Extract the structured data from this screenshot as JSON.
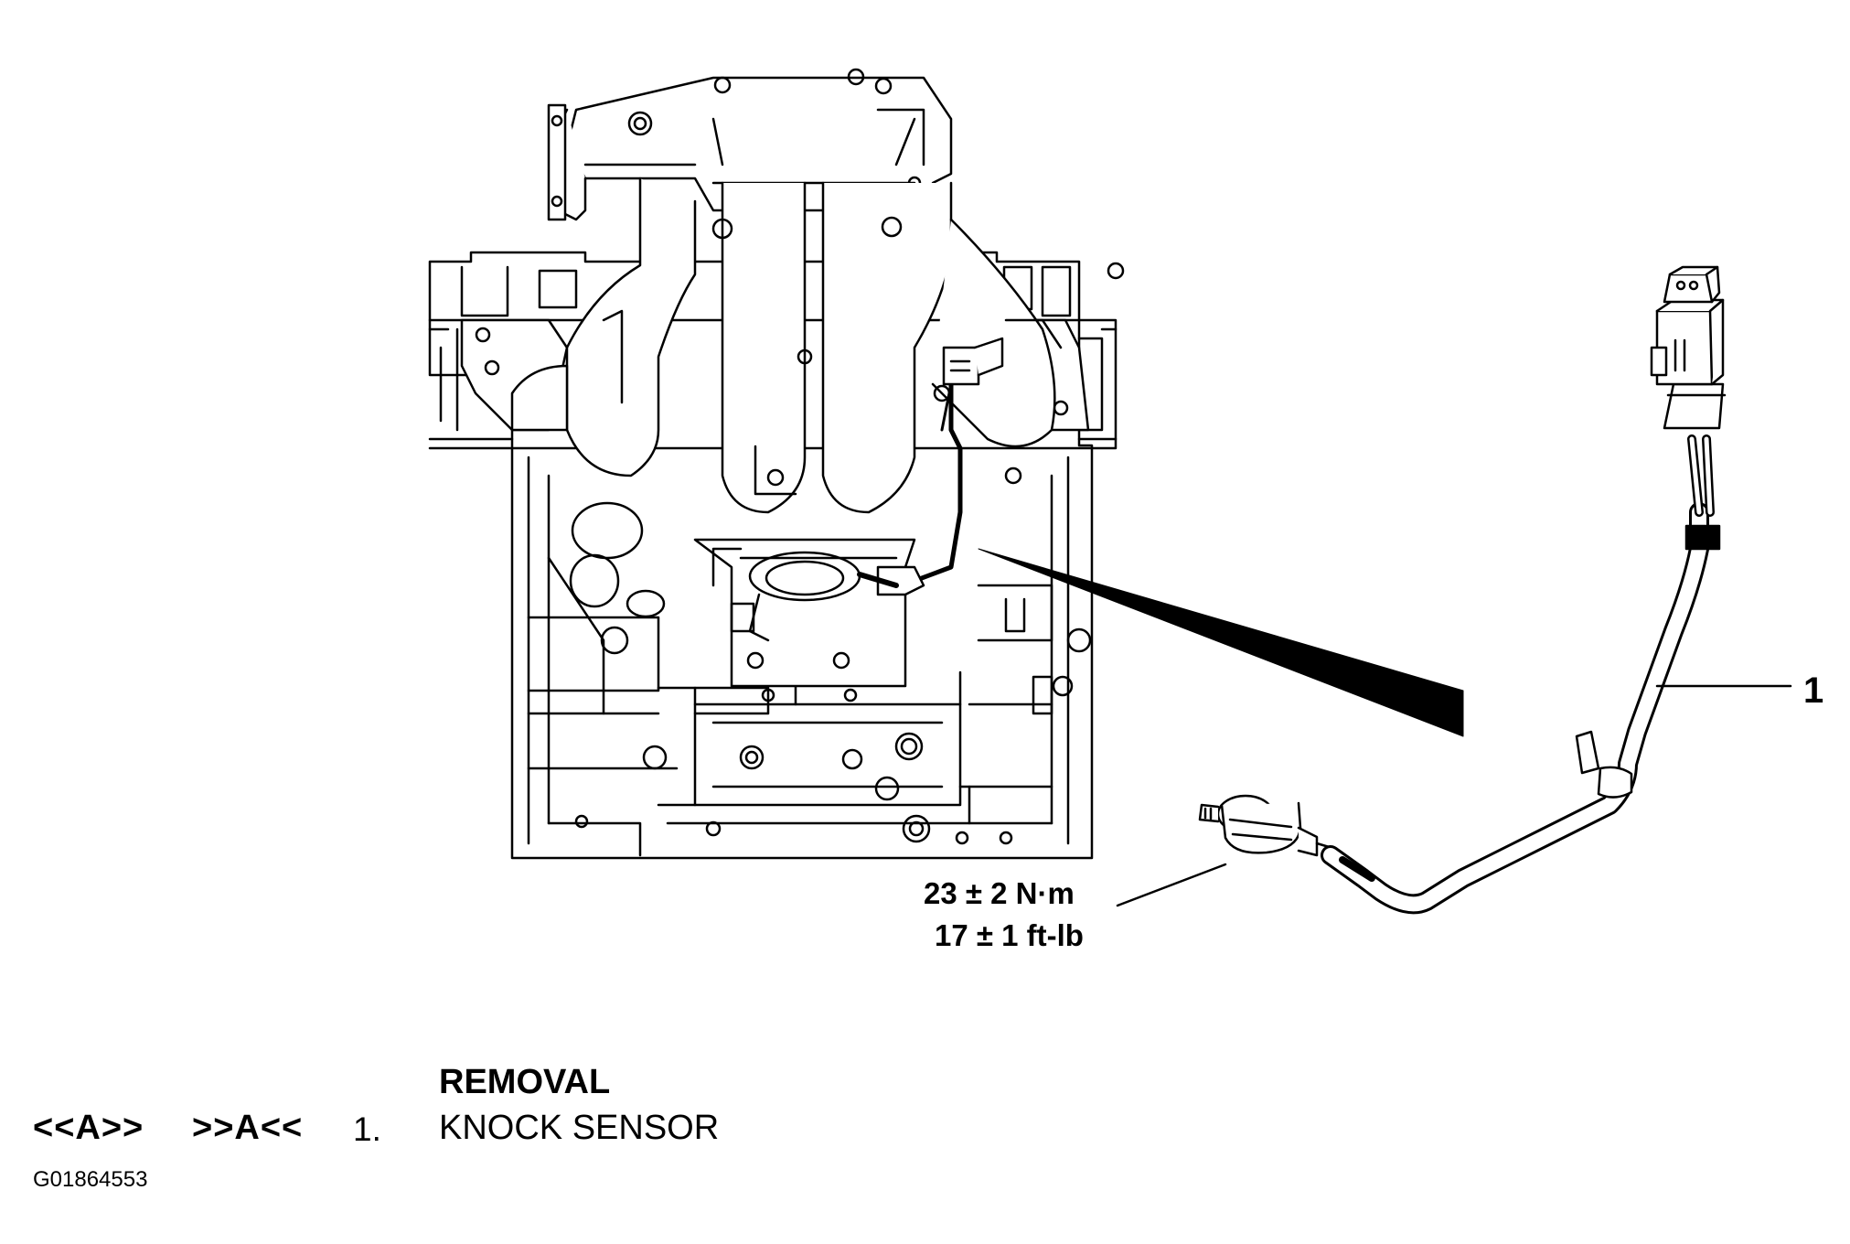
{
  "torque": {
    "metric": "23 ± 2 N·m",
    "imperial": "17 ± 1 ft-lb"
  },
  "callouts": {
    "item_1": "1"
  },
  "procedure": {
    "heading": "REMOVAL",
    "rows": [
      {
        "removal_code": "<<A>>",
        "install_code": ">>A<<",
        "number": "1.",
        "name": "KNOCK SENSOR"
      }
    ]
  },
  "figure_id": "G01864553",
  "colors": {
    "line": "#000000",
    "background": "#ffffff"
  },
  "icons": {
    "engine": "engine-block-with-intake-manifold",
    "sensor": "knock-sensor",
    "connector": "harness-connector"
  }
}
